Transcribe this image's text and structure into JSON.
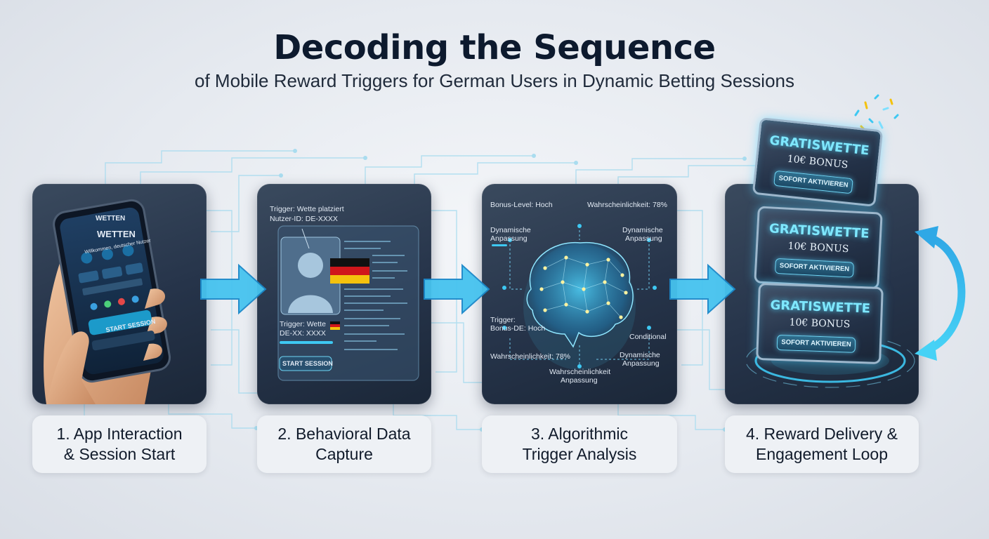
{
  "title": "Decoding the Sequence",
  "subtitle": "of Mobile Reward Triggers for German Users in Dynamic Betting Sessions",
  "steps": [
    {
      "label_line1": "1. App Interaction",
      "label_line2": "& Session Start"
    },
    {
      "label_line1": "2. Behavioral Data",
      "label_line2": "Capture"
    },
    {
      "label_line1": "3. Algorithmic",
      "label_line2": "Trigger Analysis"
    },
    {
      "label_line1": "4. Reward Delivery &",
      "label_line2": "Engagement Loop"
    }
  ],
  "phone": {
    "header": "WETTEN",
    "app_title": "WETTEN",
    "subtitle": "Willkommen, deutscher Nutzer",
    "button": "START SESSION"
  },
  "capture": {
    "line1": "Trigger: Wette platziert",
    "line2": "Nutzer-ID: DE-XXXX",
    "card_line1": "Trigger: Wette",
    "card_line2": "DE-XX: XXXX",
    "button": "START SESSION"
  },
  "analysis": {
    "bonus_level": "Bonus-Level: Hoch",
    "probability_top": "Wahrscheinlichkeit: 78%",
    "dyn_left_1": "Dynamische",
    "dyn_left_2": "Anpassung",
    "dyn_right_1": "Dynamische",
    "dyn_right_2": "Anpassung",
    "trigger_1": "Trigger:",
    "trigger_2": "Bonus-DE: Hoch",
    "condition": "Conditional",
    "probability_left": "Wahrscheinlichkeit: 78%",
    "dyn_bottom_1": "Dynamische",
    "dyn_bottom_2": "Anpassung",
    "prob_bottom_1": "Wahrscheinlichkeit",
    "prob_bottom_2": "Anpassung"
  },
  "reward_cards": [
    {
      "title": "GRATISWETTE",
      "bonus": "10€ BONUS",
      "button": "SOFORT AKTIVIEREN"
    },
    {
      "title": "GRATISWETTE",
      "bonus": "10€ BONUS",
      "button": "SOFORT AKTIVIEREN"
    },
    {
      "title": "GRATISWETTE",
      "bonus": "10€ BONUS",
      "button": "SOFORT AKTIVIEREN"
    }
  ],
  "colors": {
    "accent": "#3ec8f2",
    "panel": "#2b3a50",
    "label_bg": "#eef1f5",
    "flag_black": "#111111",
    "flag_red": "#d0161b",
    "flag_gold": "#f4c20d"
  },
  "icons": [
    "hand-phone-icon",
    "user-silhouette-icon",
    "german-flag-icon",
    "brain-network-icon",
    "loop-arrow-icon",
    "flow-arrow-icon"
  ]
}
